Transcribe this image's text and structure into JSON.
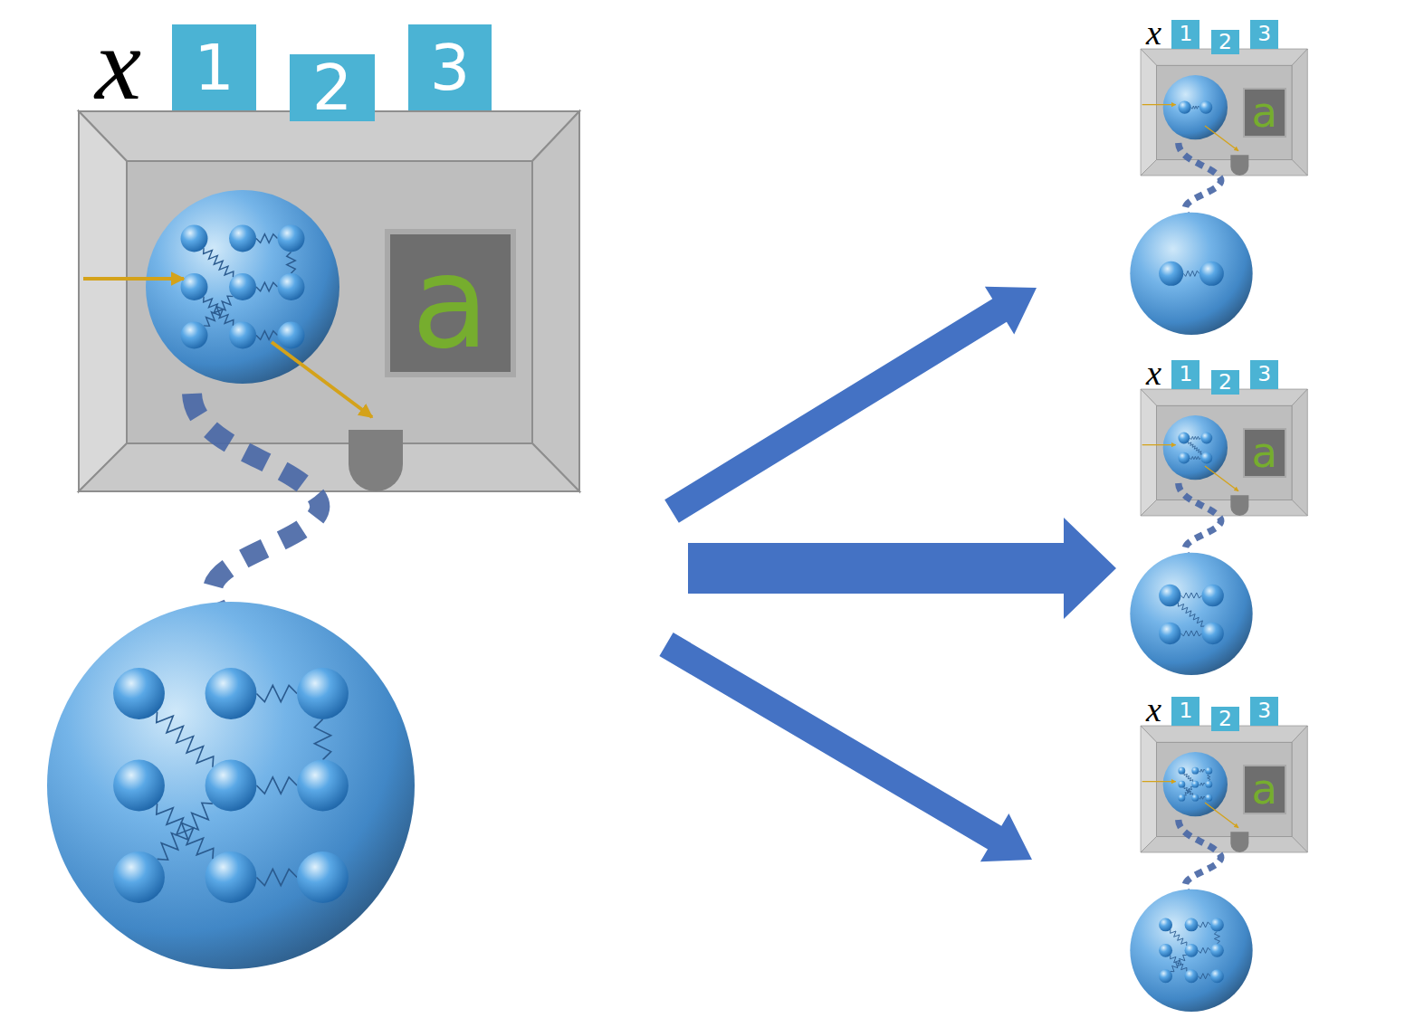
{
  "diagram": {
    "nodes": [
      {
        "text": [
          "x"
        ]
      },
      {
        "text": [
          "1"
        ]
      },
      {
        "text": [
          "2"
        ]
      },
      {
        "text": [
          "3"
        ]
      },
      {
        "text": [
          "a"
        ],
        "in": 0
      },
      {
        "text": [
          "x"
        ]
      },
      {
        "text": [
          "1"
        ]
      },
      {
        "text": [
          "2"
        ]
      },
      {
        "text": [
          "3"
        ]
      },
      {
        "text": [
          "a"
        ],
        "in": 5
      },
      {
        "text": [
          "x"
        ]
      },
      {
        "text": [
          "1"
        ]
      },
      {
        "text": [
          "2"
        ]
      },
      {
        "text": [
          "3"
        ]
      },
      {
        "text": [
          "a"
        ],
        "in": 10
      },
      {
        "text": [
          "x"
        ]
      },
      {
        "text": [
          "1"
        ]
      },
      {
        "text": [
          "2"
        ]
      },
      {
        "text": [
          "3"
        ]
      },
      {
        "text": [
          "a"
        ],
        "in": 15
      }
    ]
  }
}
